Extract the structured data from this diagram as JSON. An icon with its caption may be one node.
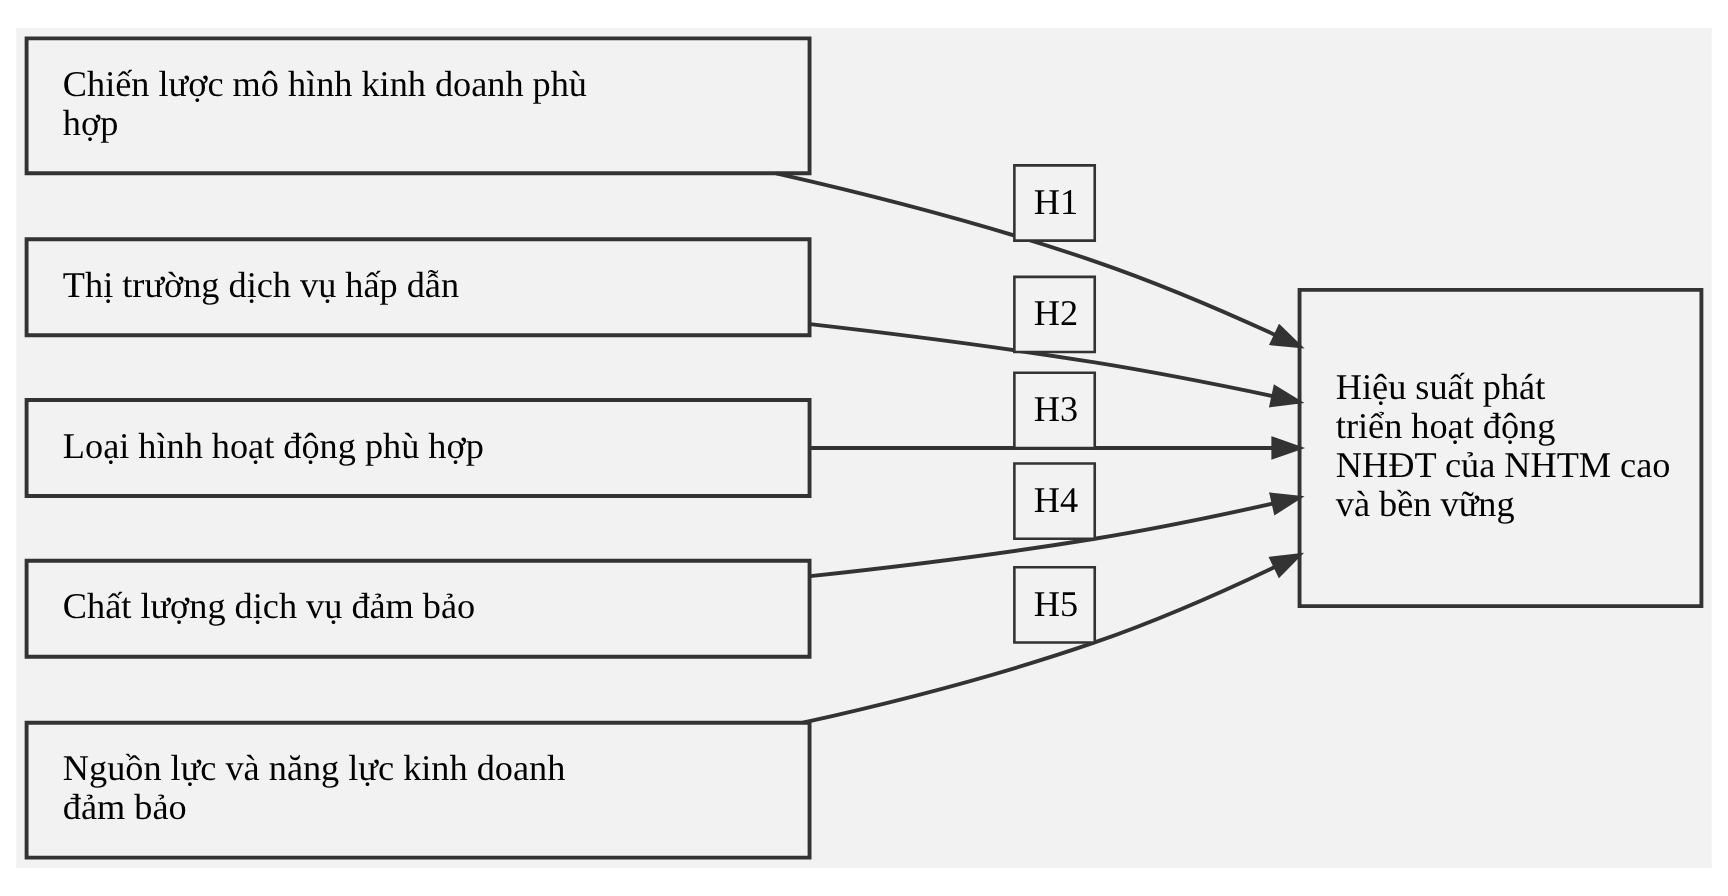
{
  "diagram": {
    "nodes": [
      {
        "text": [
          "Chiến lược mô hình kinh doanh phù hợp"
        ]
      },
      {
        "text": [
          "Thị trường dịch vụ hấp dẫn"
        ]
      },
      {
        "text": [
          "Loại hình hoạt động phù hợp"
        ]
      },
      {
        "text": [
          "Chất lượng dịch vụ đảm bảo"
        ]
      },
      {
        "text": [
          "Nguồn lực và năng lực kinh doanh đảm bảo"
        ]
      },
      {
        "text": [
          "Hiệu suất phát triển hoạt động NHĐT của NHTM cao và bền vững"
        ]
      }
    ],
    "edges": [
      {
        "from": 0,
        "to": 5,
        "arrow": "to",
        "label": "H1"
      },
      {
        "from": 1,
        "to": 5,
        "arrow": "to",
        "label": "H2"
      },
      {
        "from": 2,
        "to": 5,
        "arrow": "to",
        "label": "H3"
      },
      {
        "from": 3,
        "to": 5,
        "arrow": "to",
        "label": "H4"
      },
      {
        "from": 4,
        "to": 5,
        "arrow": "to",
        "label": "H5"
      }
    ]
  }
}
